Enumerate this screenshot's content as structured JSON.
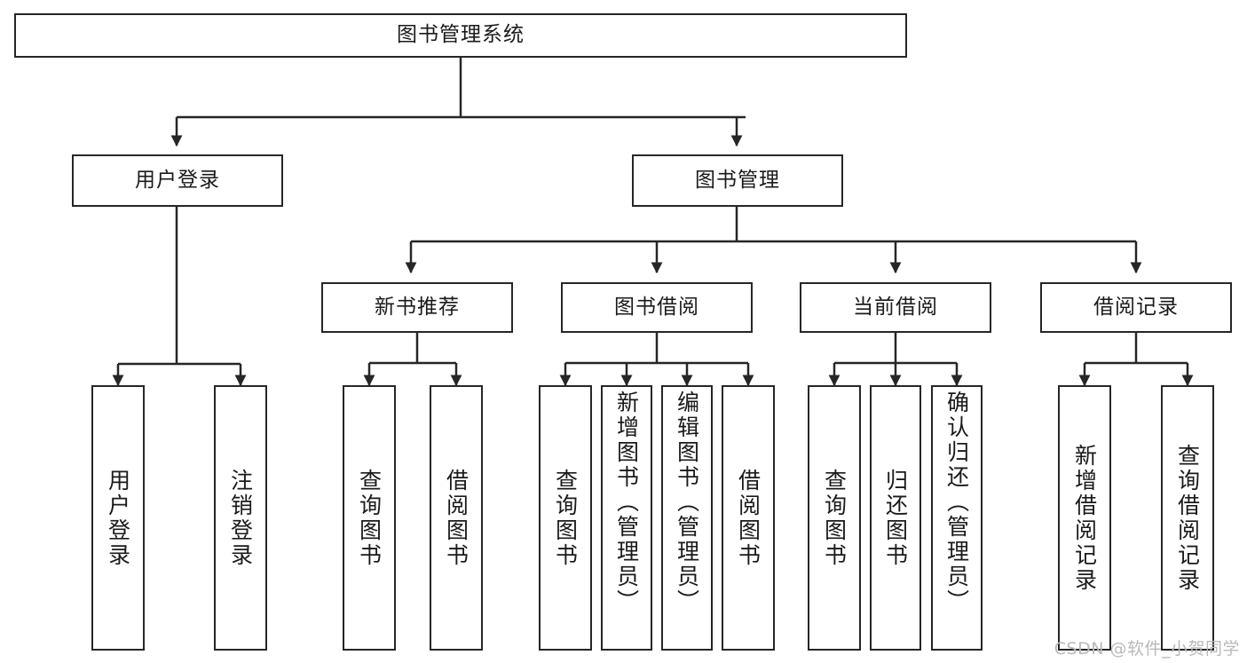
{
  "diagram": {
    "type": "tree-hierarchy",
    "title": "图书管理系统",
    "watermark": "CSDN @软件_小贺同学",
    "colors": {
      "stroke": "#262626",
      "background": "#ffffff",
      "text": "#1a1a1a",
      "watermark": "#b9b9b9"
    },
    "levels": {
      "root": {
        "label": "图书管理系统"
      },
      "level2": [
        {
          "id": "user-login",
          "label": "用户登录"
        },
        {
          "id": "book-management",
          "label": "图书管理"
        }
      ],
      "level3": [
        {
          "id": "new-book-recommend",
          "label": "新书推荐"
        },
        {
          "id": "book-borrow",
          "label": "图书借阅"
        },
        {
          "id": "current-borrow",
          "label": "当前借阅"
        },
        {
          "id": "borrow-record",
          "label": "借阅记录"
        }
      ],
      "leaves": {
        "user_login": [
          {
            "id": "leaf-user-login",
            "label": "用户登录"
          },
          {
            "id": "leaf-logout-login",
            "label": "注销登录"
          }
        ],
        "new_book_recommend": [
          {
            "id": "leaf-query-book-1",
            "label": "查询图书"
          },
          {
            "id": "leaf-borrow-book-1",
            "label": "借阅图书"
          }
        ],
        "book_borrow": [
          {
            "id": "leaf-query-book-2",
            "label": "查询图书"
          },
          {
            "id": "leaf-add-book",
            "label": "新增图书（管理员）"
          },
          {
            "id": "leaf-edit-book",
            "label": "编辑图书（管理员）"
          },
          {
            "id": "leaf-borrow-book-2",
            "label": "借阅图书"
          }
        ],
        "current_borrow": [
          {
            "id": "leaf-query-book-3",
            "label": "查询图书"
          },
          {
            "id": "leaf-return-book",
            "label": "归还图书"
          },
          {
            "id": "leaf-confirm-return",
            "label": "确认归还（管理员）"
          }
        ],
        "borrow_record": [
          {
            "id": "leaf-add-record",
            "label": "新增借阅记录"
          },
          {
            "id": "leaf-query-record",
            "label": "查询借阅记录"
          }
        ]
      }
    }
  }
}
